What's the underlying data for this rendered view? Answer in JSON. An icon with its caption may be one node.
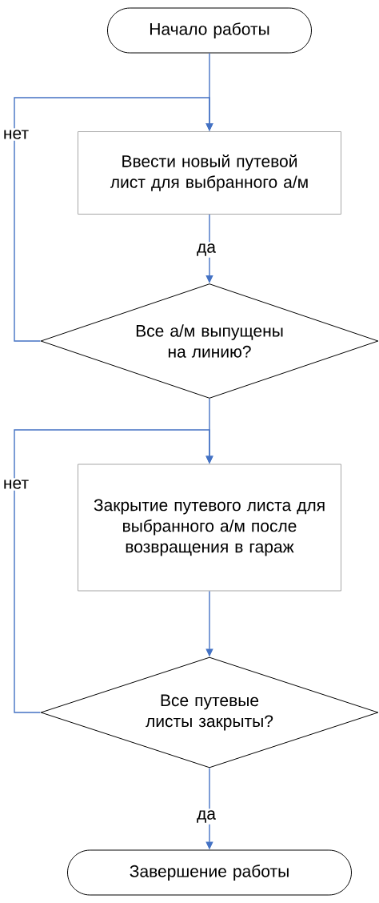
{
  "diagram": {
    "nodes": [
      {
        "text": [
          "Начало работы"
        ]
      },
      {
        "text": [
          "Ввести новый путевой лист для выбранного а/м"
        ]
      },
      {
        "text": [
          "Все а/м выпущены на линию?"
        ]
      },
      {
        "text": [
          "Закрытие путевого листа для выбранного а/м после возвращения в гараж"
        ]
      },
      {
        "text": [
          "Все путевые листы закрыты?"
        ]
      },
      {
        "text": [
          "Завершение работы"
        ]
      }
    ],
    "edges": [
      {
        "from": 0,
        "to": 1,
        "arrow": "to"
      },
      {
        "from": 1,
        "to": 2,
        "arrow": "to",
        "label": "да"
      },
      {
        "from": 2,
        "to": 1,
        "arrow": "to",
        "label": "нет"
      },
      {
        "from": 2,
        "to": 3,
        "arrow": "to"
      },
      {
        "from": 3,
        "to": 4,
        "arrow": "to"
      },
      {
        "from": 4,
        "to": 3,
        "arrow": "to",
        "label": "нет"
      },
      {
        "from": 4,
        "to": 5,
        "arrow": "to",
        "label": "да"
      }
    ]
  }
}
